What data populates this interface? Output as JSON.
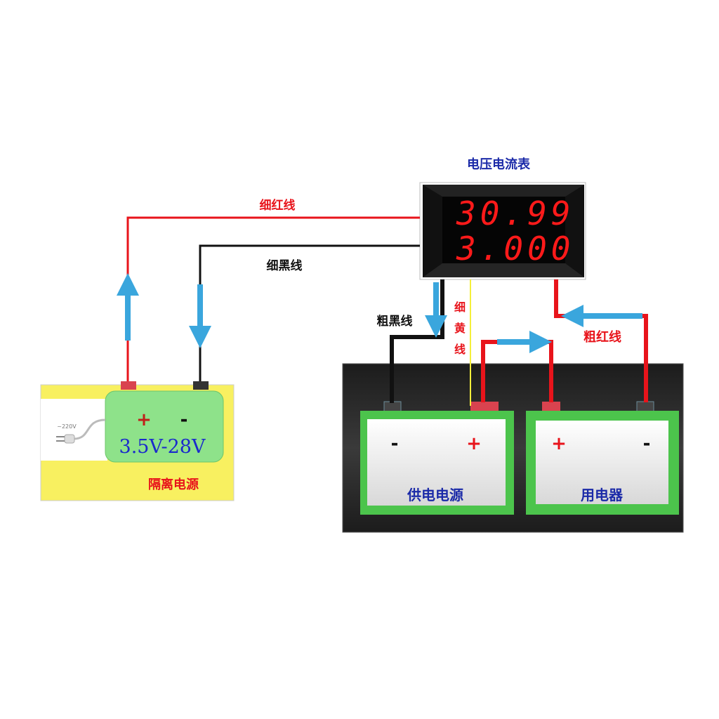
{
  "meter": {
    "title": "电压电流表",
    "voltage_reading": "30.99",
    "current_reading": "3.000"
  },
  "wire_labels": {
    "thin_red": "细红线",
    "thin_black": "细黑线",
    "thick_black": "粗黑线",
    "thin_yellow": [
      "细",
      "黄",
      "线"
    ],
    "thick_red": "粗红线"
  },
  "isolation_supply": {
    "plus": "+",
    "minus": "-",
    "range": "3.5V-28V",
    "mains": "~220V",
    "label": "隔离电源"
  },
  "power_source": {
    "minus": "-",
    "plus": "+",
    "label": "供电电源"
  },
  "load": {
    "plus": "+",
    "minus": "-",
    "label": "用电器"
  },
  "colors": {
    "red": "#e8141b",
    "blue": "#1b2aa8",
    "green": "#4cc44c",
    "yellow": "#f8f060",
    "arrow": "#3aa6dd"
  }
}
